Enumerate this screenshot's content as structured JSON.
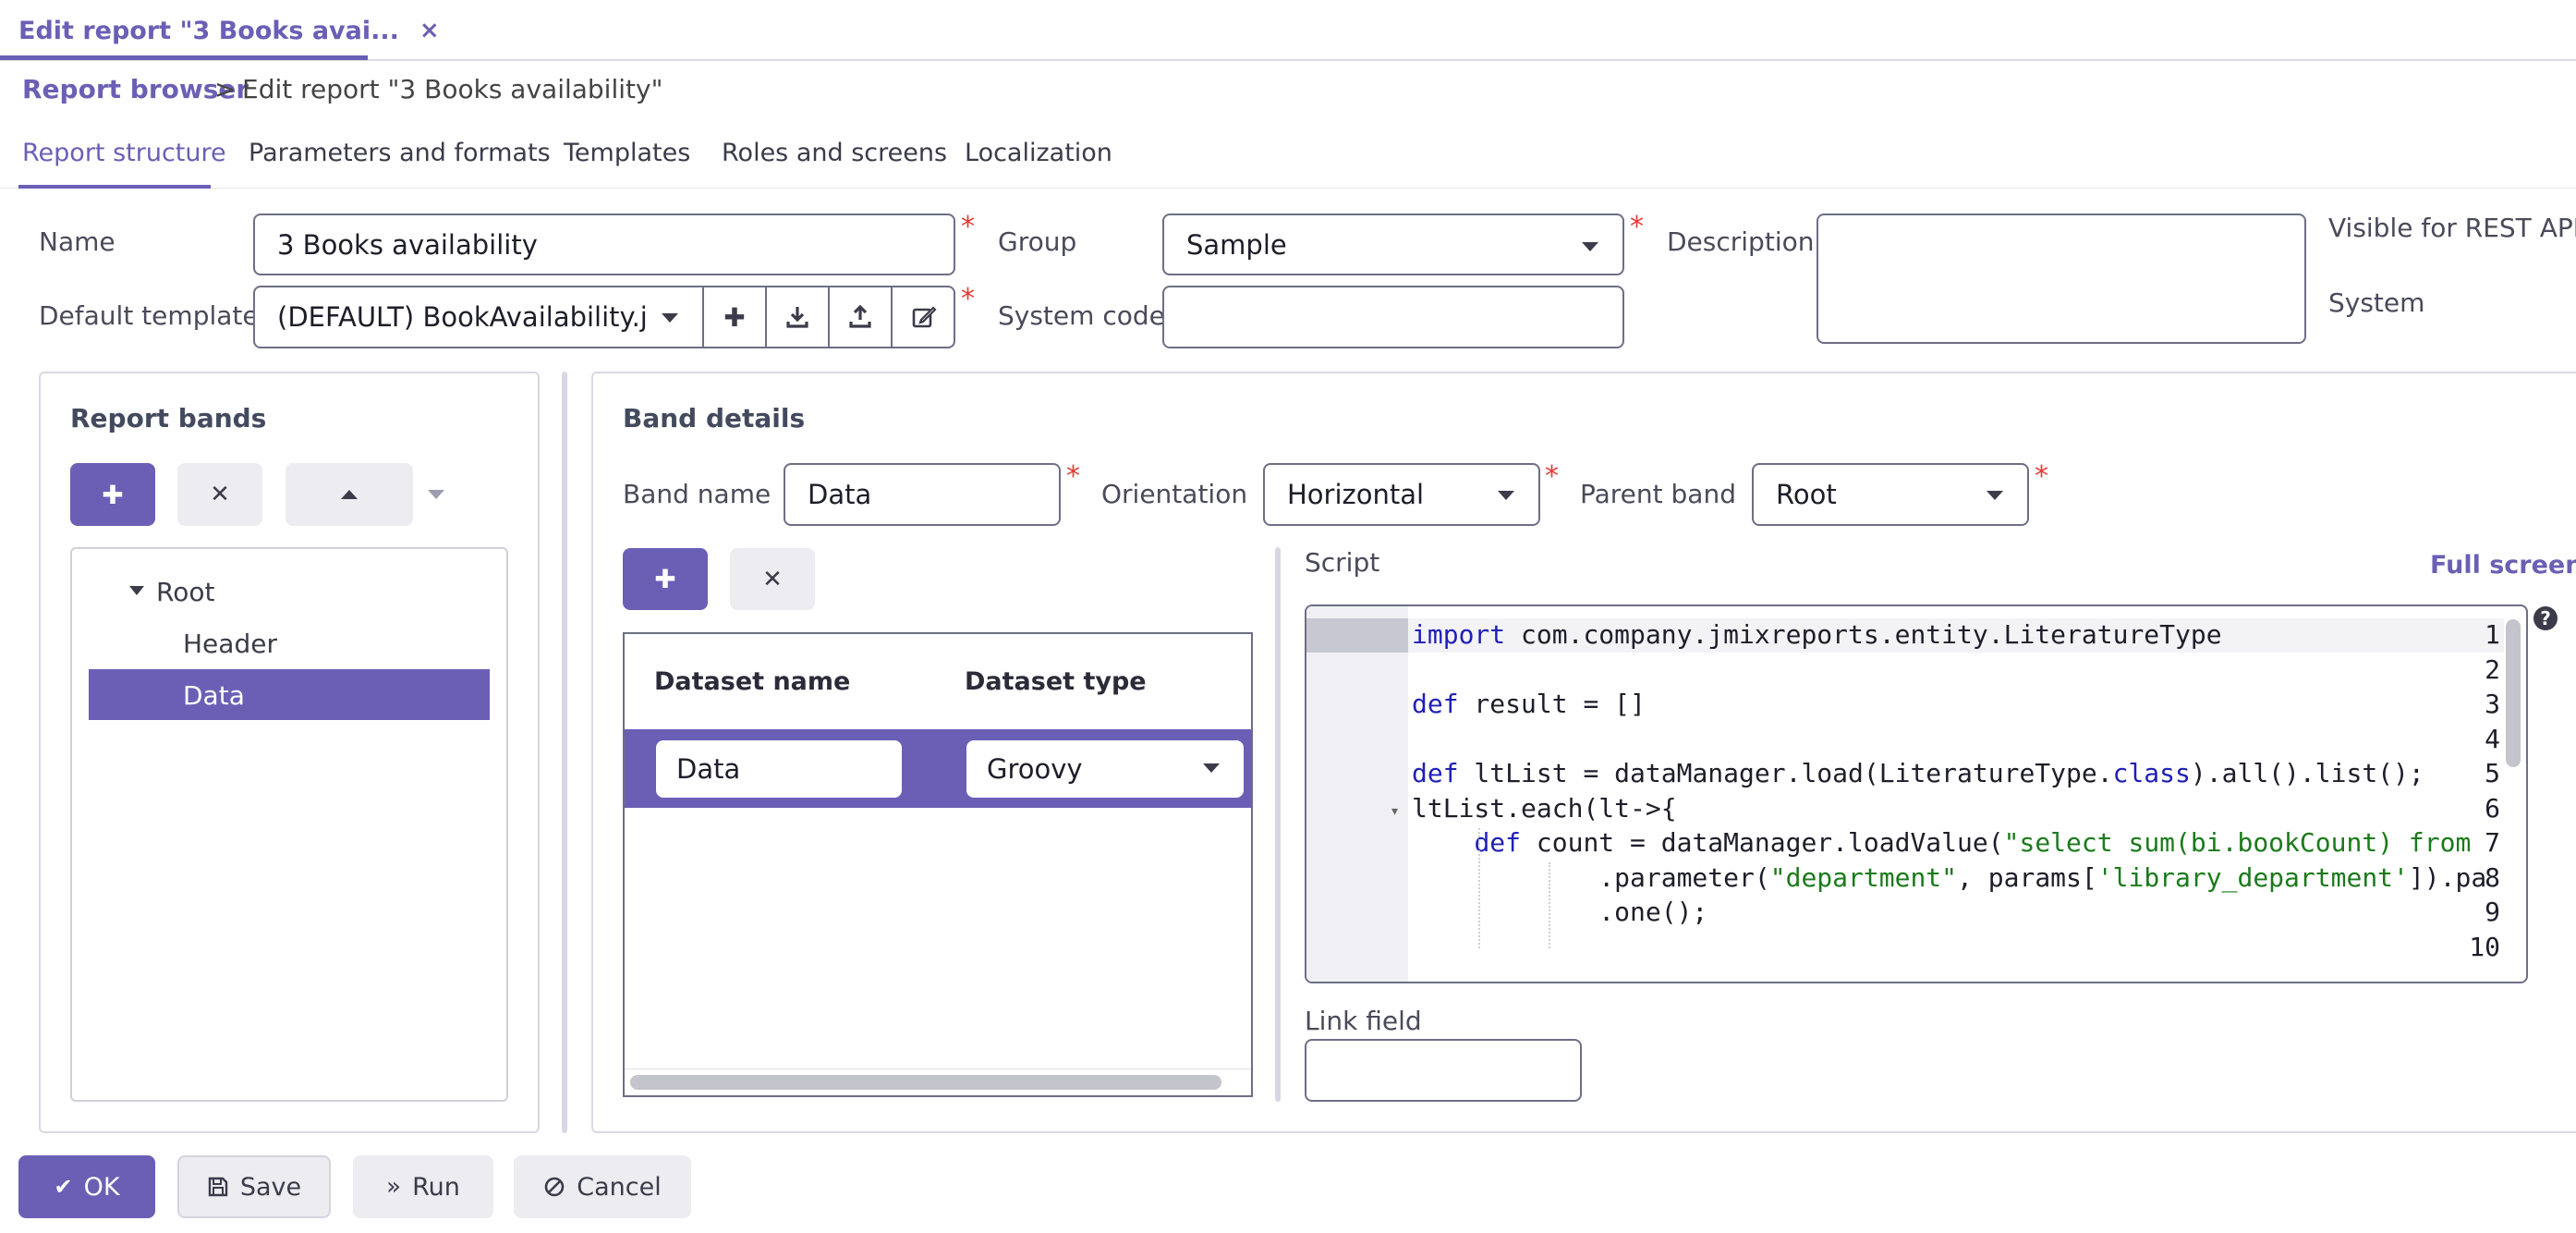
{
  "window": {
    "tab_title": "Edit report \"3 Books avai...",
    "tab_close": "×"
  },
  "breadcrumb": {
    "link": "Report browser",
    "separator": ">",
    "current": "Edit report \"3 Books availability\""
  },
  "tabs": [
    "Report structure",
    "Parameters and formats",
    "Templates",
    "Roles and screens",
    "Localization"
  ],
  "form": {
    "name_label": "Name",
    "name_value": "3 Books availability",
    "group_label": "Group",
    "group_value": "Sample",
    "description_label": "Description",
    "description_value": "",
    "visible_rest_label": "Visible for REST API",
    "system_label": "System",
    "default_template_label": "Default template",
    "default_template_value": "(DEFAULT) BookAvailability.jrxı",
    "system_code_label": "System code",
    "system_code_value": "",
    "required_mark": "*"
  },
  "report_bands": {
    "title": "Report bands",
    "tree": [
      {
        "label": "Root"
      },
      {
        "label": "Header"
      },
      {
        "label": "Data"
      }
    ],
    "selected": "Data"
  },
  "band_details": {
    "title": "Band details",
    "band_name_label": "Band name",
    "band_name_value": "Data",
    "orientation_label": "Orientation",
    "orientation_value": "Horizontal",
    "parent_band_label": "Parent band",
    "parent_band_value": "Root",
    "dataset_columns": [
      "Dataset name",
      "Dataset type"
    ],
    "dataset_rows": [
      {
        "name": "Data",
        "type": "Groovy"
      }
    ],
    "script_label": "Script",
    "full_screen": "Full screen",
    "help": "?",
    "link_field_label": "Link field",
    "link_field_value": ""
  },
  "script": {
    "line_numbers": [
      "1",
      "2",
      "3",
      "4",
      "5",
      "6",
      "7",
      "8",
      "9",
      "10"
    ],
    "lines": [
      [
        {
          "t": "import",
          "c": "kw"
        },
        {
          "t": " com.company.jmixreports.entity.LiteratureType"
        }
      ],
      [],
      [
        {
          "t": "def",
          "c": "kw"
        },
        {
          "t": " result = []"
        }
      ],
      [],
      [
        {
          "t": "def",
          "c": "kw"
        },
        {
          "t": " ltList = dataManager.load(LiteratureType."
        },
        {
          "t": "class",
          "c": "kw"
        },
        {
          "t": ").all().list();"
        }
      ],
      [
        {
          "t": "ltList.each(lt->{"
        }
      ],
      [
        {
          "t": "    "
        },
        {
          "t": "def",
          "c": "kw"
        },
        {
          "t": " count = dataManager.loadValue("
        },
        {
          "t": "\"select sum(bi.bookCount) from",
          "c": "str"
        }
      ],
      [
        {
          "t": "            .parameter("
        },
        {
          "t": "\"department\"",
          "c": "str"
        },
        {
          "t": ", params["
        },
        {
          "t": "'library_department'",
          "c": "str"
        },
        {
          "t": "]).pa"
        }
      ],
      [
        {
          "t": "            .one();"
        }
      ],
      []
    ]
  },
  "actions": {
    "ok": "OK",
    "save": "Save",
    "run": "Run",
    "cancel": "Cancel"
  },
  "colors": {
    "accent": "#6b5fb5",
    "required": "#e53935"
  }
}
